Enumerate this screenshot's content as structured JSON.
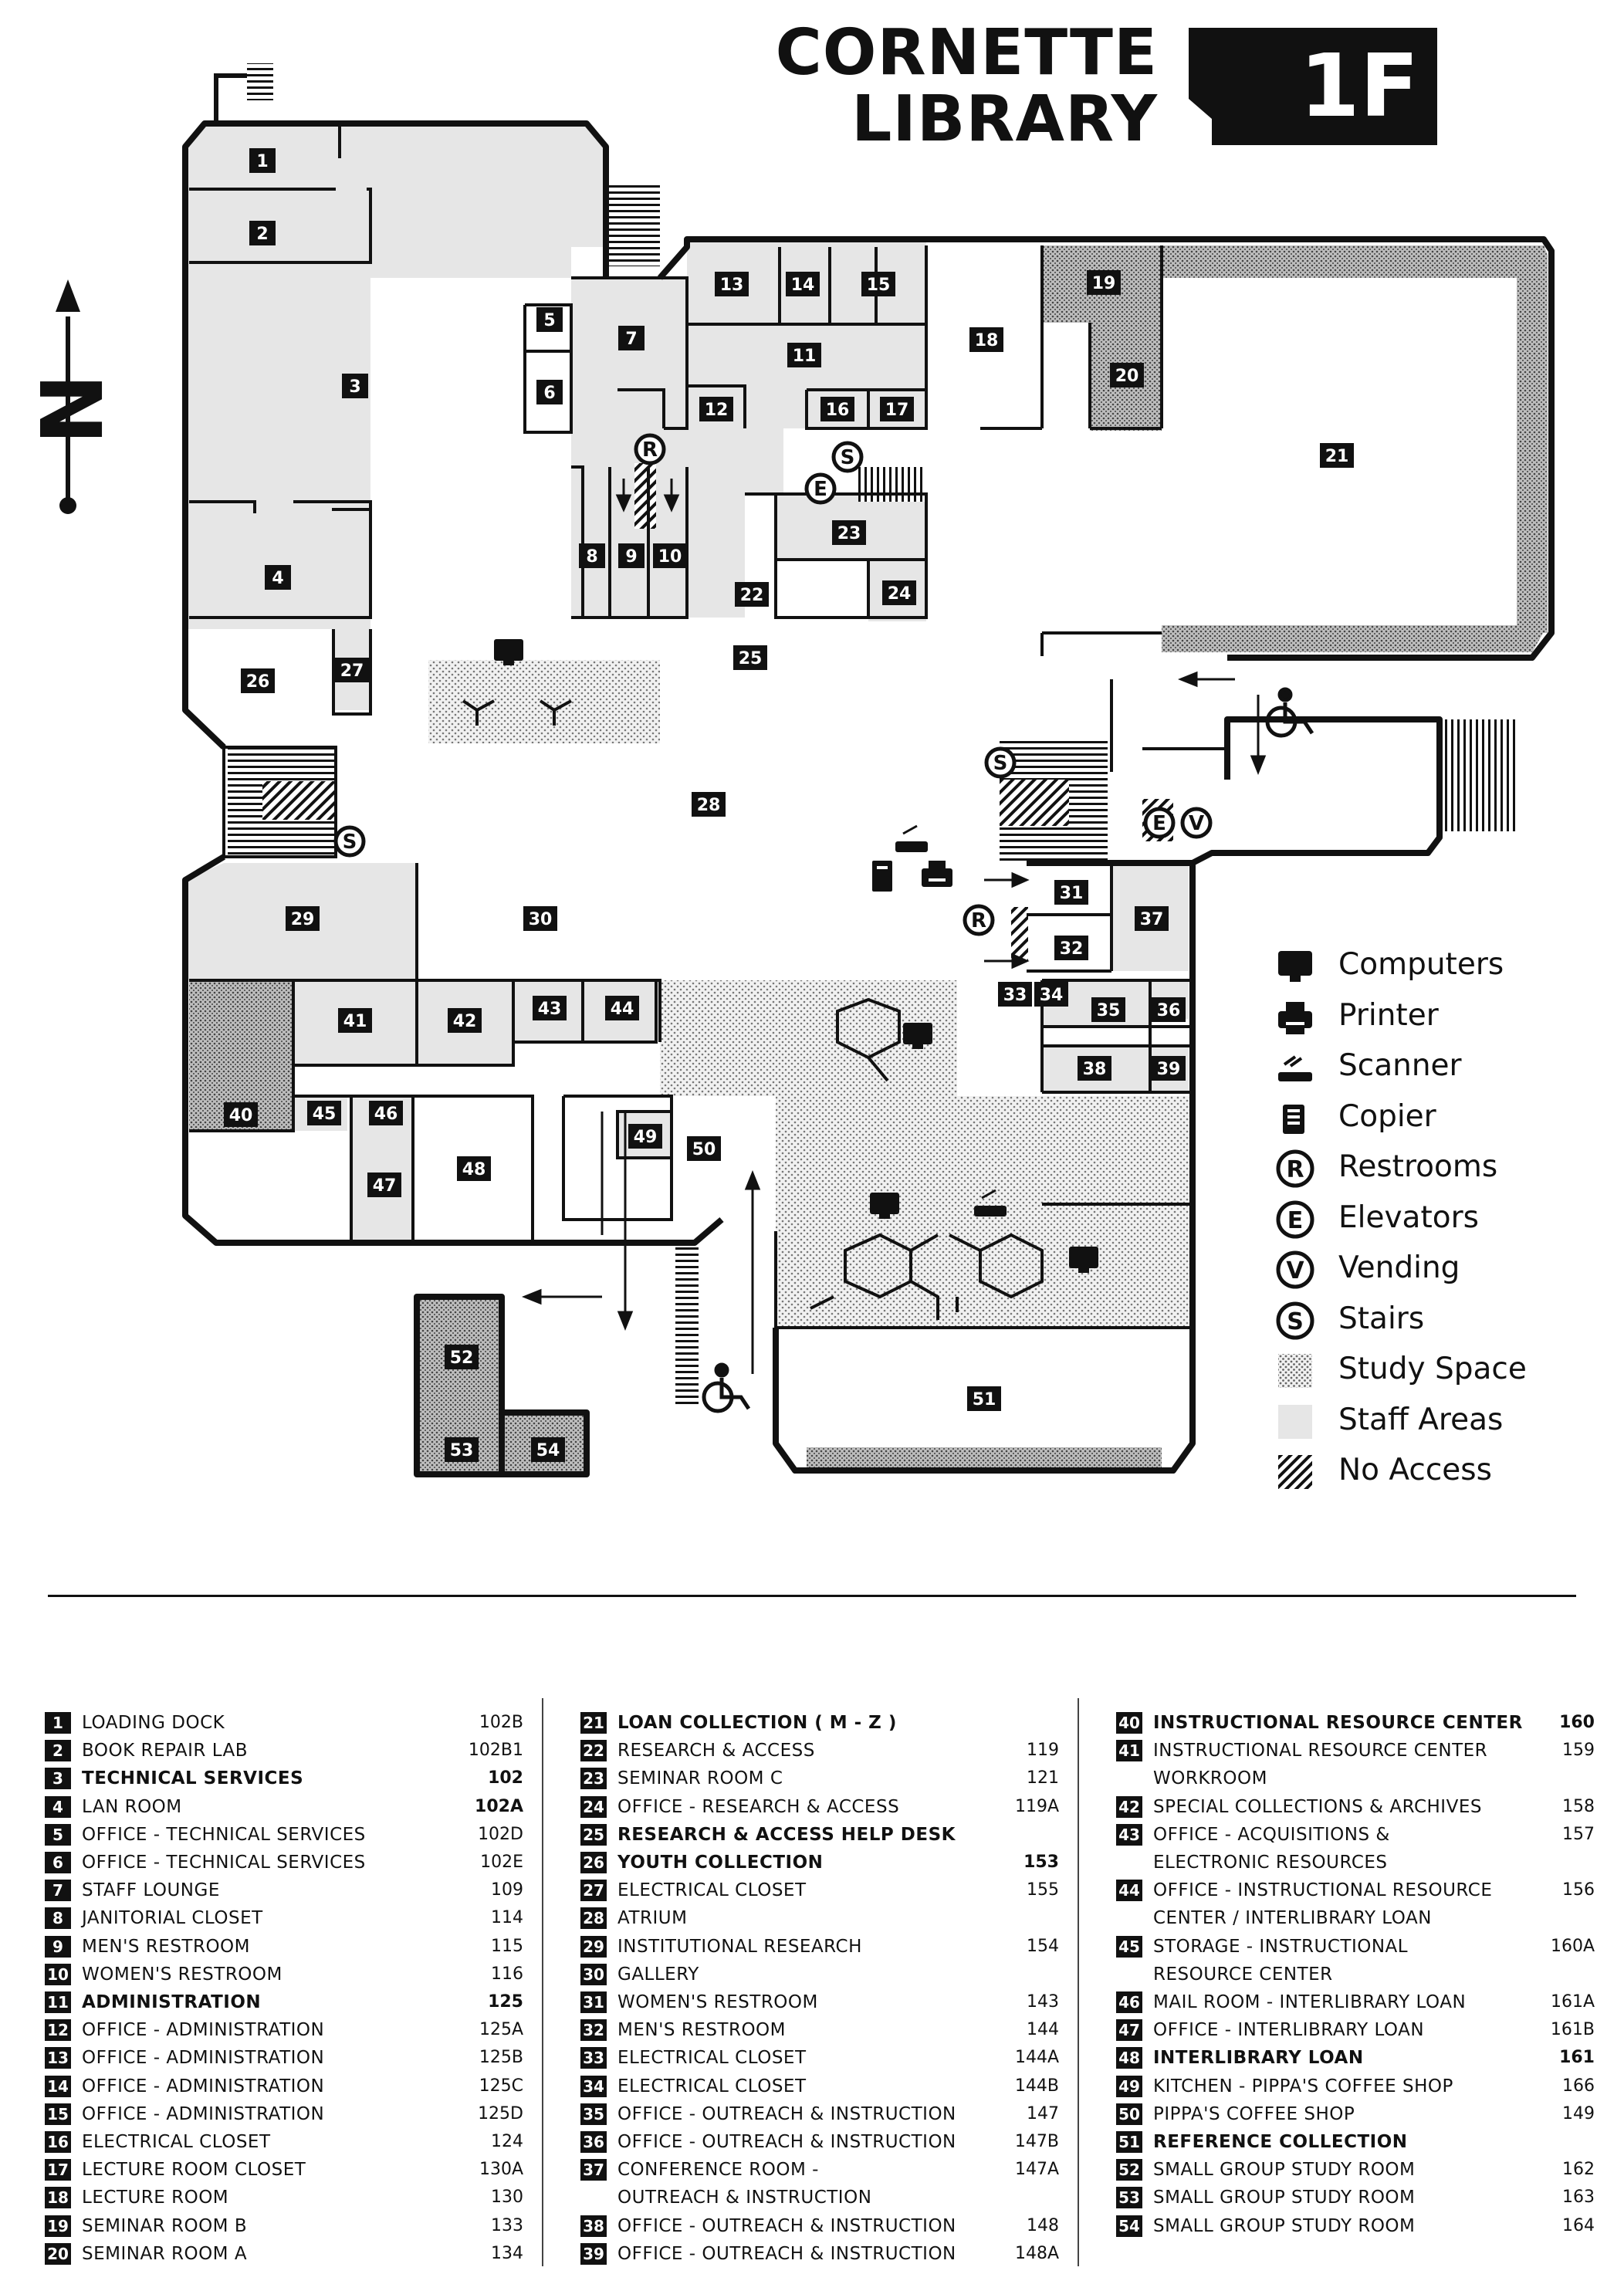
{
  "title": {
    "line1": "CORNETTE",
    "line2": "LIBRARY",
    "floor": "1F"
  },
  "map": {
    "rooms": [
      {
        "num": "1"
      },
      {
        "num": "2"
      },
      {
        "num": "3"
      },
      {
        "num": "4"
      },
      {
        "num": "5"
      },
      {
        "num": "6"
      },
      {
        "num": "7"
      },
      {
        "num": "8"
      },
      {
        "num": "9"
      },
      {
        "num": "10"
      },
      {
        "num": "11"
      },
      {
        "num": "12"
      },
      {
        "num": "13"
      },
      {
        "num": "14"
      },
      {
        "num": "15"
      },
      {
        "num": "16"
      },
      {
        "num": "17"
      },
      {
        "num": "18"
      },
      {
        "num": "19"
      },
      {
        "num": "20"
      },
      {
        "num": "21"
      },
      {
        "num": "22"
      },
      {
        "num": "23"
      },
      {
        "num": "24"
      },
      {
        "num": "25"
      },
      {
        "num": "26"
      },
      {
        "num": "27"
      },
      {
        "num": "28"
      },
      {
        "num": "29"
      },
      {
        "num": "30"
      },
      {
        "num": "31"
      },
      {
        "num": "32"
      },
      {
        "num": "33"
      },
      {
        "num": "34"
      },
      {
        "num": "35"
      },
      {
        "num": "36"
      },
      {
        "num": "37"
      },
      {
        "num": "38"
      },
      {
        "num": "39"
      },
      {
        "num": "40"
      },
      {
        "num": "41"
      },
      {
        "num": "42"
      },
      {
        "num": "43"
      },
      {
        "num": "44"
      },
      {
        "num": "45"
      },
      {
        "num": "46"
      },
      {
        "num": "47"
      },
      {
        "num": "48"
      },
      {
        "num": "49"
      },
      {
        "num": "50"
      },
      {
        "num": "51"
      },
      {
        "num": "52"
      },
      {
        "num": "53"
      },
      {
        "num": "54"
      }
    ],
    "symbols": {
      "restroom": "R",
      "elevator": "E",
      "stairs": "S",
      "vending": "V",
      "north": "N"
    }
  },
  "legend": [
    {
      "icon": "computer-icon",
      "label": "Computers"
    },
    {
      "icon": "printer-icon",
      "label": "Printer"
    },
    {
      "icon": "scanner-icon",
      "label": "Scanner"
    },
    {
      "icon": "copier-icon",
      "label": "Copier"
    },
    {
      "icon": "restroom-icon",
      "label": "Restrooms",
      "letter": "R"
    },
    {
      "icon": "elevator-icon",
      "label": "Elevators",
      "letter": "E"
    },
    {
      "icon": "vending-icon",
      "label": "Vending",
      "letter": "V"
    },
    {
      "icon": "stairs-icon",
      "label": "Stairs",
      "letter": "S"
    },
    {
      "icon": "study-space-swatch",
      "label": "Study Space"
    },
    {
      "icon": "staff-area-swatch",
      "label": "Staff Areas"
    },
    {
      "icon": "no-access-swatch",
      "label": "No Access"
    }
  ],
  "colors": {
    "ink": "#111111",
    "staff": "#e6e6e6",
    "study": "#d2d2d2",
    "white": "#ffffff"
  },
  "directory": {
    "col1": [
      {
        "num": "1",
        "name": "LOADING DOCK",
        "room": "102B",
        "bold": false
      },
      {
        "num": "2",
        "name": "BOOK REPAIR LAB",
        "room": "102B1",
        "bold": false
      },
      {
        "num": "3",
        "name": "TECHNICAL SERVICES",
        "room": "102",
        "bold": true
      },
      {
        "num": "4",
        "name": "LAN ROOM",
        "room": "102A",
        "bold": false,
        "room_bold": true
      },
      {
        "num": "5",
        "name": "OFFICE - TECHNICAL SERVICES",
        "room": "102D",
        "bold": false
      },
      {
        "num": "6",
        "name": "OFFICE - TECHNICAL SERVICES",
        "room": "102E",
        "bold": false
      },
      {
        "num": "7",
        "name": "STAFF LOUNGE",
        "room": "109",
        "bold": false
      },
      {
        "num": "8",
        "name": "JANITORIAL CLOSET",
        "room": "114",
        "bold": false
      },
      {
        "num": "9",
        "name": "MEN'S RESTROOM",
        "room": "115",
        "bold": false
      },
      {
        "num": "10",
        "name": "WOMEN'S RESTROOM",
        "room": "116",
        "bold": false
      },
      {
        "num": "11",
        "name": "ADMINISTRATION",
        "room": "125",
        "bold": true
      },
      {
        "num": "12",
        "name": "OFFICE - ADMINISTRATION",
        "room": "125A",
        "bold": false
      },
      {
        "num": "13",
        "name": "OFFICE - ADMINISTRATION",
        "room": "125B",
        "bold": false
      },
      {
        "num": "14",
        "name": "OFFICE - ADMINISTRATION",
        "room": "125C",
        "bold": false
      },
      {
        "num": "15",
        "name": "OFFICE - ADMINISTRATION",
        "room": "125D",
        "bold": false
      },
      {
        "num": "16",
        "name": "ELECTRICAL CLOSET",
        "room": "124",
        "bold": false
      },
      {
        "num": "17",
        "name": "LECTURE ROOM CLOSET",
        "room": "130A",
        "bold": false
      },
      {
        "num": "18",
        "name": "LECTURE ROOM",
        "room": "130",
        "bold": false
      },
      {
        "num": "19",
        "name": "SEMINAR ROOM B",
        "room": "133",
        "bold": false
      },
      {
        "num": "20",
        "name": "SEMINAR ROOM A",
        "room": "134",
        "bold": false
      }
    ],
    "col2": [
      {
        "num": "21",
        "name": "LOAN COLLECTION ( M - Z )",
        "room": "",
        "bold": true
      },
      {
        "num": "22",
        "name": "RESEARCH & ACCESS",
        "room": "119",
        "bold": false
      },
      {
        "num": "23",
        "name": "SEMINAR ROOM C",
        "room": "121",
        "bold": false
      },
      {
        "num": "24",
        "name": "OFFICE - RESEARCH & ACCESS",
        "room": "119A",
        "bold": false
      },
      {
        "num": "25",
        "name": "RESEARCH & ACCESS HELP DESK",
        "room": "",
        "bold": true
      },
      {
        "num": "26",
        "name": "YOUTH COLLECTION",
        "room": "153",
        "bold": true
      },
      {
        "num": "27",
        "name": "ELECTRICAL CLOSET",
        "room": "155",
        "bold": false
      },
      {
        "num": "28",
        "name": "ATRIUM",
        "room": "",
        "bold": false
      },
      {
        "num": "29",
        "name": "INSTITUTIONAL RESEARCH",
        "room": "154",
        "bold": false
      },
      {
        "num": "30",
        "name": "GALLERY",
        "room": "",
        "bold": false
      },
      {
        "num": "31",
        "name": "WOMEN'S RESTROOM",
        "room": "143",
        "bold": false
      },
      {
        "num": "32",
        "name": "MEN'S RESTROOM",
        "room": "144",
        "bold": false
      },
      {
        "num": "33",
        "name": "ELECTRICAL CLOSET",
        "room": "144A",
        "bold": false
      },
      {
        "num": "34",
        "name": "ELECTRICAL CLOSET",
        "room": "144B",
        "bold": false
      },
      {
        "num": "35",
        "name": "OFFICE - OUTREACH & INSTRUCTION",
        "room": "147",
        "bold": false
      },
      {
        "num": "36",
        "name": "OFFICE - OUTREACH & INSTRUCTION",
        "room": "147B",
        "bold": false
      },
      {
        "num": "37",
        "name": "CONFERENCE ROOM -",
        "room": "147A",
        "bold": false
      },
      {
        "num": "",
        "name": "OUTREACH & INSTRUCTION",
        "room": "",
        "bold": false
      },
      {
        "num": "38",
        "name": "OFFICE - OUTREACH & INSTRUCTION",
        "room": "148",
        "bold": false
      },
      {
        "num": "39",
        "name": "OFFICE - OUTREACH & INSTRUCTION",
        "room": "148A",
        "bold": false
      }
    ],
    "col3": [
      {
        "num": "40",
        "name": "INSTRUCTIONAL RESOURCE CENTER",
        "room": "160",
        "bold": true
      },
      {
        "num": "41",
        "name": "INSTRUCTIONAL RESOURCE CENTER",
        "room": "159",
        "bold": false
      },
      {
        "num": "",
        "name": "WORKROOM",
        "room": "",
        "bold": false
      },
      {
        "num": "42",
        "name": "SPECIAL COLLECTIONS & ARCHIVES",
        "room": "158",
        "bold": false
      },
      {
        "num": "43",
        "name": "OFFICE - ACQUISITIONS &",
        "room": "157",
        "bold": false
      },
      {
        "num": "",
        "name": "ELECTRONIC RESOURCES",
        "room": "",
        "bold": false
      },
      {
        "num": "44",
        "name": "OFFICE - INSTRUCTIONAL RESOURCE",
        "room": "156",
        "bold": false
      },
      {
        "num": "",
        "name": "CENTER / INTERLIBRARY LOAN",
        "room": "",
        "bold": false
      },
      {
        "num": "45",
        "name": "STORAGE - INSTRUCTIONAL",
        "room": "160A",
        "bold": false
      },
      {
        "num": "",
        "name": "RESOURCE CENTER",
        "room": "",
        "bold": false
      },
      {
        "num": "46",
        "name": "MAIL ROOM - INTERLIBRARY LOAN",
        "room": "161A",
        "bold": false
      },
      {
        "num": "47",
        "name": "OFFICE - INTERLIBRARY LOAN",
        "room": "161B",
        "bold": false
      },
      {
        "num": "48",
        "name": "INTERLIBRARY LOAN",
        "room": "161",
        "bold": true
      },
      {
        "num": "49",
        "name": "KITCHEN - PIPPA'S COFFEE SHOP",
        "room": "166",
        "bold": false
      },
      {
        "num": "50",
        "name": "PIPPA'S COFFEE SHOP",
        "room": "149",
        "bold": false
      },
      {
        "num": "51",
        "name": "REFERENCE COLLECTION",
        "room": "",
        "bold": true
      },
      {
        "num": "52",
        "name": "SMALL GROUP STUDY ROOM",
        "room": "162",
        "bold": false
      },
      {
        "num": "53",
        "name": "SMALL GROUP STUDY ROOM",
        "room": "163",
        "bold": false
      },
      {
        "num": "54",
        "name": "SMALL GROUP STUDY ROOM",
        "room": "164",
        "bold": false
      }
    ]
  }
}
